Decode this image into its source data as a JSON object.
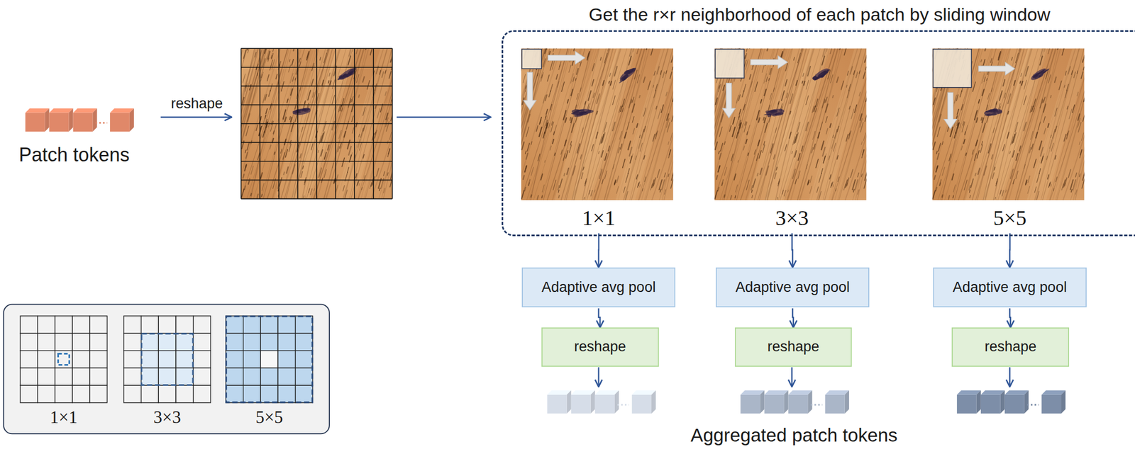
{
  "diagram": {
    "nodes": [
      {
        "text": [
          "Patch tokens"
        ]
      },
      {
        "text": [
          "Get the r×r neighborhood of each patch by sliding window"
        ]
      },
      {
        "text": [
          "1×1"
        ],
        "in": 1
      },
      {
        "text": [
          "3×3"
        ],
        "in": 1
      },
      {
        "text": [
          "5×5"
        ],
        "in": 1
      },
      {
        "text": [
          "Adaptive avg pool"
        ]
      },
      {
        "text": [
          "reshape"
        ]
      },
      {
        "text": [
          "Adaptive avg pool"
        ]
      },
      {
        "text": [
          "reshape"
        ]
      },
      {
        "text": [
          "Adaptive avg pool"
        ]
      },
      {
        "text": [
          "reshape"
        ]
      }
    ],
    "edges": [
      {
        "from": 2,
        "to": 5,
        "arrow": "to"
      },
      {
        "from": 5,
        "to": 6,
        "arrow": "to"
      },
      {
        "from": 3,
        "to": 7,
        "arrow": "to"
      },
      {
        "from": 7,
        "to": 8,
        "arrow": "to"
      },
      {
        "from": 4,
        "to": 9,
        "arrow": "to"
      },
      {
        "from": 9,
        "to": 10,
        "arrow": "to"
      }
    ],
    "labels": [
      "reshape",
      "Aggregated patch tokens",
      "1×1",
      "3×3",
      "5×5"
    ]
  }
}
